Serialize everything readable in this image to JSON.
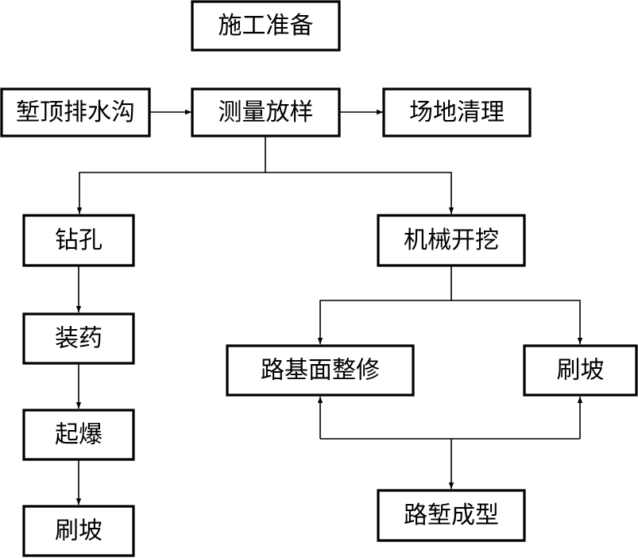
{
  "nodes": {
    "construction_prep": "施工准备",
    "cut_top_ditch": "堑顶排水沟",
    "survey_layout": "测量放样",
    "site_clearing": "场地清理",
    "drilling": "钻孔",
    "mech_excavation": "机械开挖",
    "charging": "装药",
    "subgrade_trimming": "路基面整修",
    "slope_trim_right": "刷坡",
    "blasting": "起爆",
    "cut_forming": "路堑成型",
    "slope_trim_left": "刷坡"
  },
  "colors": {
    "line": "#000000",
    "box_fill": "#ffffff"
  }
}
